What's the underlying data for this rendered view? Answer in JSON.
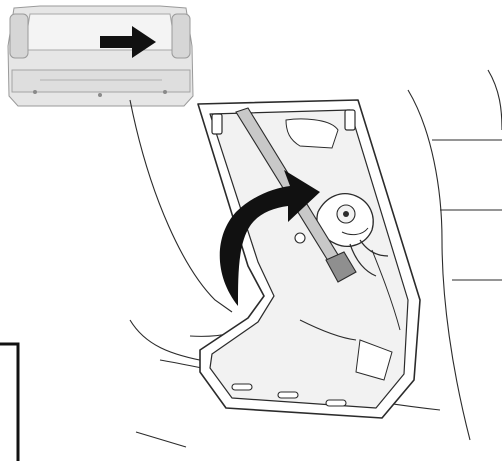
{
  "illustration": {
    "subject": "vehicle-rear-lamp-bulb-access",
    "inset": {
      "view": "vehicle-rear-overview",
      "pointer": "right-arrow-icon"
    },
    "main": {
      "part": "lamp-housing-opening",
      "tool": "screwdriver",
      "motion": "curved-rotate-arrow-icon"
    },
    "colors": {
      "line": "#2b2b2b",
      "light_fill": "#f2f2f2",
      "tool_fill": "#c8c8c8",
      "arrow_fill": "#111111",
      "car_fill": "#e6e6e6"
    }
  }
}
